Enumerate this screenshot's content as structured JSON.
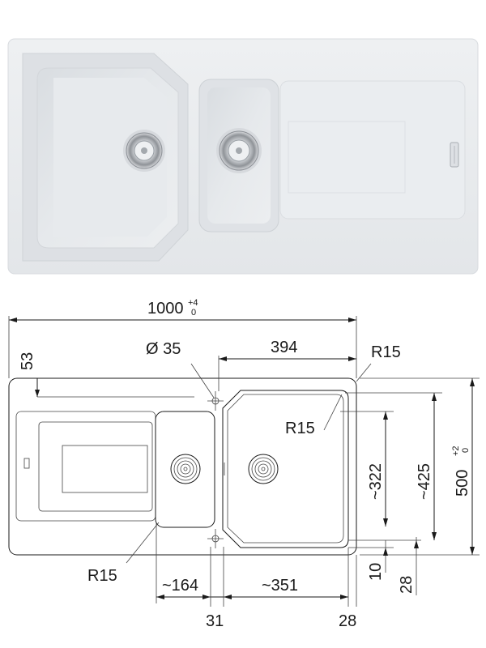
{
  "drawing": {
    "overall_width": "1000",
    "overall_width_tol_upper": "+4",
    "overall_width_tol_lower": "0",
    "overall_depth": "500",
    "overall_depth_tol_upper": "+2",
    "overall_depth_tol_lower": "0",
    "top_margin": "53",
    "tap_hole_diameter": "Ø 35",
    "bowl_width_top": "394",
    "corner_radius_outer": "R15",
    "corner_radius_bowl": "R15",
    "corner_radius_small_bowl": "R15",
    "bowl_depth": "~322",
    "inner_depth": "~425",
    "small_bowl_width": "~164",
    "main_bowl_width": "~351",
    "gap_width": "31",
    "right_margin": "28",
    "bottom_offset_a": "10",
    "bottom_offset_b": "28"
  },
  "colors": {
    "sink_body": "#e9ebed",
    "sink_edge": "#d5d8dc",
    "bowl_fill": "#e1e4e7",
    "line": "#1a1a1a"
  }
}
